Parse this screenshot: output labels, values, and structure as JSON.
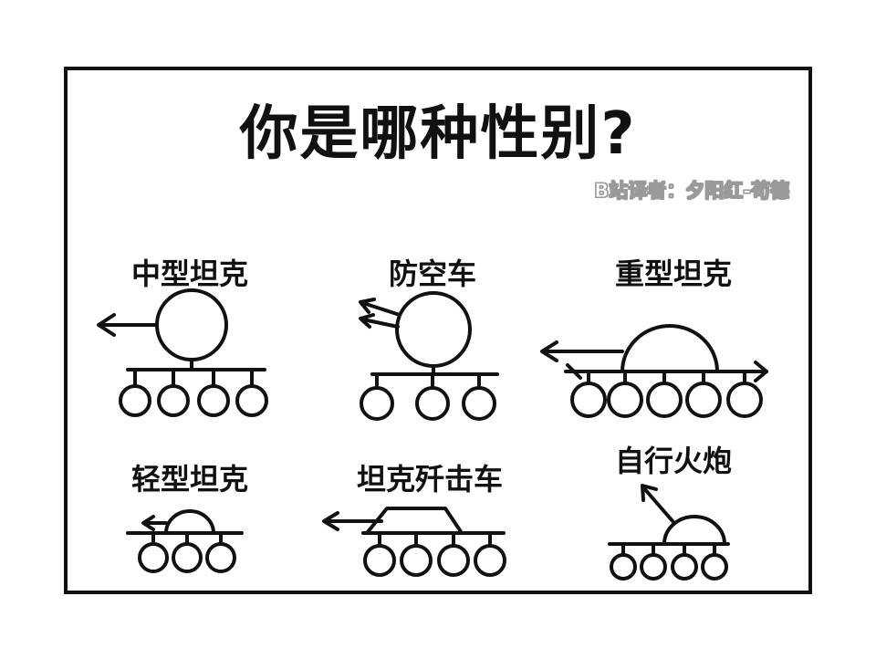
{
  "title": "你是哪种性别?",
  "credit": "B站译者：夕阳红-苟德",
  "tanks": [
    {
      "label": "中型坦克",
      "icon": "medium-tank-icon"
    },
    {
      "label": "防空车",
      "icon": "anti-air-vehicle-icon"
    },
    {
      "label": "重型坦克",
      "icon": "heavy-tank-icon"
    },
    {
      "label": "轻型坦克",
      "icon": "light-tank-icon"
    },
    {
      "label": "坦克歼击车",
      "icon": "tank-destroyer-icon"
    },
    {
      "label": "自行火炮",
      "icon": "artillery-icon"
    }
  ],
  "colors": {
    "ink": "#111111",
    "credit_outline": "#9a9a9a",
    "background": "#ffffff"
  }
}
